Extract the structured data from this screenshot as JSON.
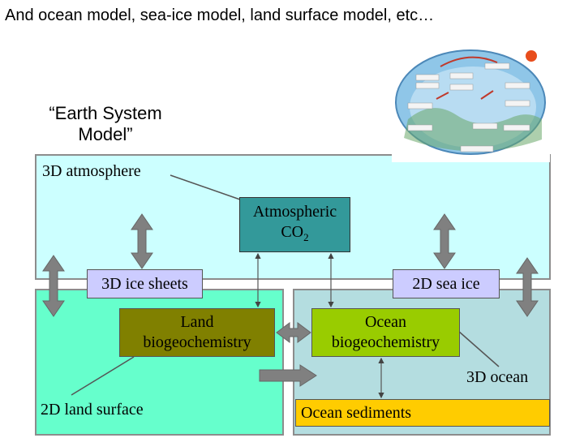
{
  "title": "And ocean model, sea-ice model, land surface model, etc…",
  "earth_system_model": {
    "line1": "“Earth System",
    "line2": "Model”"
  },
  "components": {
    "atmosphere": "3D atmosphere",
    "atmospheric_co2": {
      "line1": "Atmospheric",
      "line2_main": "CO",
      "line2_sub": "2"
    },
    "ice_sheets": "3D ice sheets",
    "sea_ice": "2D sea ice",
    "land_biogeochemistry": {
      "line1": "Land",
      "line2": "biogeochemistry"
    },
    "ocean_biogeochemistry": {
      "line1": "Ocean",
      "line2": "biogeochemistry"
    },
    "ocean": "3D ocean",
    "land_surface": "2D land surface",
    "ocean_sediments": "Ocean sediments"
  },
  "colors": {
    "atmosphere": "#ccffff",
    "land": "#66ffcc",
    "ocean": "#b4dde0",
    "atmospheric_co2": "#33999a",
    "ice": "#ccccff",
    "land_biogeochemistry": "#808000",
    "ocean_biogeochemistry": "#99cc00",
    "ocean_sediments": "#ffcc00",
    "arrows": "#808080"
  }
}
